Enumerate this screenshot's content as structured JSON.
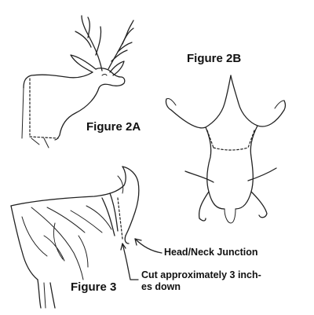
{
  "figures": {
    "fig2a": "Figure 2A",
    "fig2b": "Figure 2B",
    "fig3": "Figure 3"
  },
  "callouts": {
    "head_neck": "Head/Neck Junction",
    "cut_line1": "Cut approximately 3 inch-",
    "cut_line2": "es down"
  }
}
